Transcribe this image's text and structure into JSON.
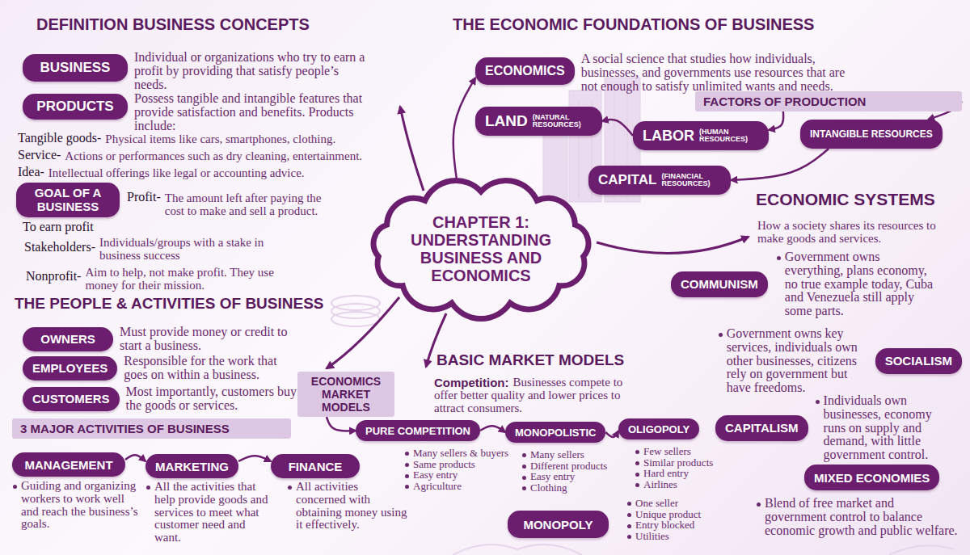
{
  "diagram": {
    "nodes": [
      {
        "text": [
          "BUSINESS",
          "Individual or organizations who try to earn a profit by providing that satisfy people’s needs."
        ]
      },
      {
        "text": [
          "PRODUCTS",
          "Possess tangible and intangible features that provide satisfaction and benefits. Products include:"
        ]
      },
      {
        "text": [
          "GOAL OF A BUSINESS",
          "To earn profit"
        ]
      },
      {
        "text": [
          "ECONOMICS",
          "A social science that studies how individuals, businesses, and governments use resources that are not enough to satisfy unlimited wants and needs."
        ]
      },
      {
        "text": [
          "FACTORS OF PRODUCTION"
        ]
      },
      {
        "text": [
          "LAND",
          "(NATURAL RESOURCES)"
        ]
      },
      {
        "text": [
          "LABOR",
          "(HUMAN RESOURCES)"
        ]
      },
      {
        "text": [
          "INTANGIBLE RESOURCES"
        ]
      },
      {
        "text": [
          "CAPITAL",
          "(FINANCIAL RESOURCES)"
        ]
      },
      {
        "text": [
          "CHAPTER 1: UNDERSTANDING BUSINESS AND ECONOMICS"
        ]
      },
      {
        "text": [
          "COMMUNISM",
          "Government owns everything, plans economy, no true example today, Cuba and Venezuela still apply some parts."
        ]
      },
      {
        "text": [
          "SOCIALISM",
          "Government owns key services, individuals own other businesses, citizens rely on government but have freedoms."
        ]
      },
      {
        "text": [
          "CAPITALISM",
          "Individuals own businesses, economy runs on supply and demand, with little government control."
        ]
      },
      {
        "text": [
          "MIXED ECONOMIES",
          "Blend of free market and government control to balance economic growth and public welfare."
        ]
      },
      {
        "text": [
          "OWNERS",
          "Must provide money or credit to start a business."
        ]
      },
      {
        "text": [
          "EMPLOYEES",
          "Responsible for the work that goes on within a business."
        ]
      },
      {
        "text": [
          "CUSTOMERS",
          "Most importantly, customers buy the goods or services."
        ]
      },
      {
        "text": [
          "3 MAJOR ACTIVITIES OF BUSINESS"
        ]
      },
      {
        "text": [
          "MANAGEMENT",
          "Guiding and organizing workers to work well and reach the business’s goals."
        ]
      },
      {
        "text": [
          "MARKETING",
          "All the activities that help provide goods and services to meet what customer need and want."
        ]
      },
      {
        "text": [
          "FINANCE",
          "All activities concerned with obtaining money using it effectively."
        ]
      },
      {
        "text": [
          "ECONOMICS MARKET MODELS"
        ]
      },
      {
        "text": [
          "PURE COMPETITION",
          "Many sellers & buyers",
          "Same products",
          "Easy entry",
          "Agriculture"
        ]
      },
      {
        "text": [
          "MONOPOLISTIC",
          "Many sellers",
          "Different products",
          "Easy entry",
          "Clothing"
        ]
      },
      {
        "text": [
          "OLIGOPOLY",
          "Few sellers",
          "Similar products",
          "Hard entry",
          "Airlines"
        ]
      },
      {
        "text": [
          "MONOPOLY",
          "One seller",
          "Unique product",
          "Entry blocked",
          "Utilities"
        ]
      }
    ],
    "edges": [
      {
        "from": 9,
        "to": 3,
        "arrow": "to"
      },
      {
        "from": 6,
        "to": 5,
        "arrow": "to"
      },
      {
        "from": 4,
        "to": 6,
        "arrow": "to"
      },
      {
        "from": 4,
        "to": 7,
        "arrow": "to"
      },
      {
        "from": 7,
        "to": 8,
        "arrow": "to"
      },
      {
        "from": 18,
        "to": 19,
        "arrow": "to"
      },
      {
        "from": 19,
        "to": 20,
        "arrow": "to"
      },
      {
        "from": 21,
        "to": 22,
        "arrow": "to"
      },
      {
        "from": 22,
        "to": 23,
        "arrow": "to"
      },
      {
        "from": 23,
        "to": 24,
        "arrow": "to"
      }
    ],
    "labels": [
      "DEFINITION BUSINESS CONCEPTS",
      "THE ECONOMIC FOUNDATIONS OF BUSINESS",
      "Tangible goods-",
      "Physical items like cars, smartphones, clothing.",
      "Service-",
      "Actions or performances such as dry cleaning, entertainment.",
      "Idea-",
      "Intellectual offerings like legal or accounting advice.",
      "Profit-",
      "The amount left after paying the cost to make and sell a product.",
      "Stakeholders-",
      "Individuals/groups with a stake in business success",
      "Nonprofit-",
      "Aim to help, not make profit. They use money for their mission.",
      "ECONOMIC SYSTEMS",
      "How a society shares its resources to make goods and services.",
      "THE PEOPLE & ACTIVITIES OF BUSINESS",
      "BASIC MARKET MODELS",
      "Competition:",
      "Businesses compete to offer better quality and lower prices to attract consumers."
    ]
  }
}
